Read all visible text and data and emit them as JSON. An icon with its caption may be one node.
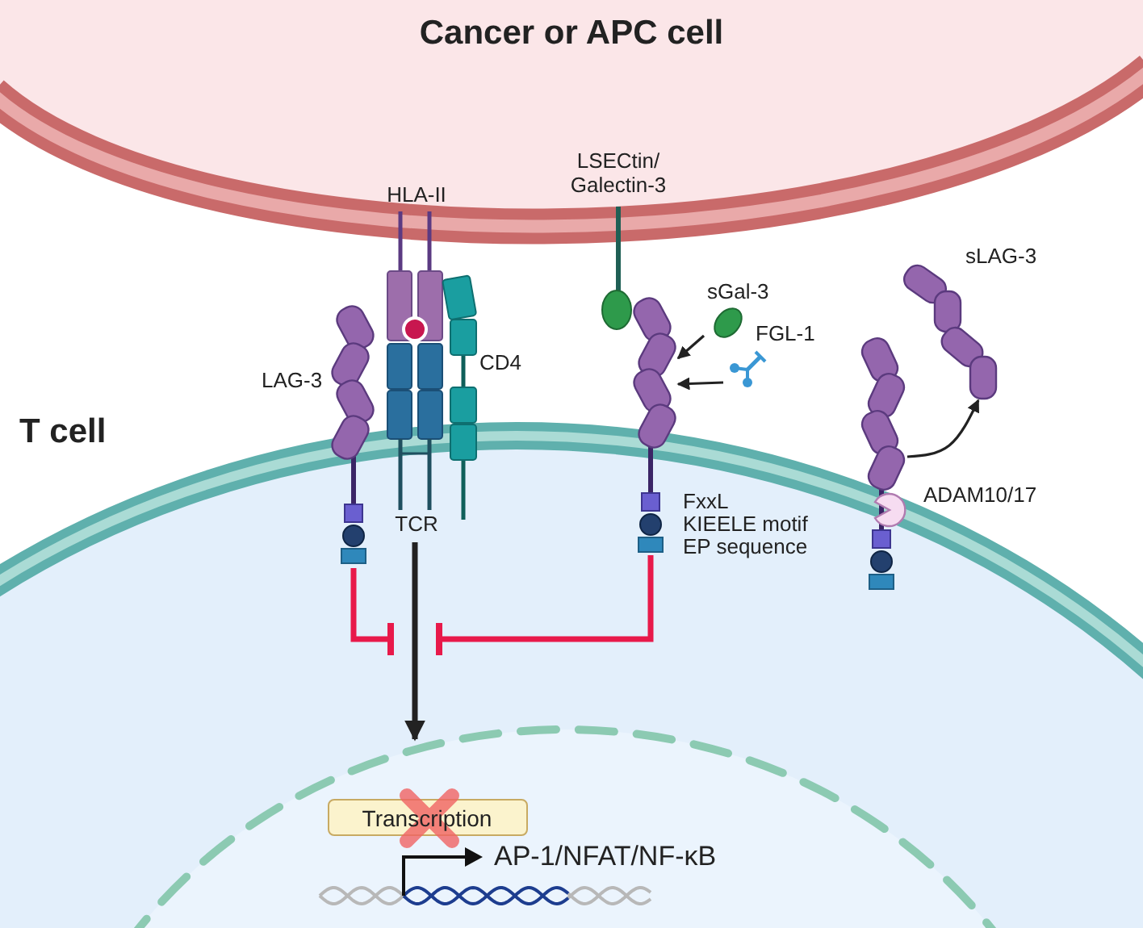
{
  "diagram": {
    "nodes": [
      {
        "text": [
          "Cancer or APC cell"
        ]
      },
      {
        "text": [
          "T cell"
        ]
      },
      {
        "text": [
          "HLA-II"
        ]
      },
      {
        "text": [
          "TCR"
        ]
      },
      {
        "text": [
          "CD4"
        ]
      },
      {
        "text": [
          "LAG-3"
        ]
      },
      {
        "text": [
          "LSECtin/ Galectin-3"
        ]
      },
      {
        "text": [],
        "shape": "picture",
        "beside": [
          "FxxL",
          "KIEELE motif",
          "EP sequence"
        ]
      },
      {
        "text": [
          "sGal-3"
        ]
      },
      {
        "text": [
          "FGL-1"
        ]
      },
      {
        "text": [],
        "shape": "picture",
        "beside": [
          "ADAM10/17"
        ]
      },
      {
        "text": [
          "sLAG-3"
        ]
      },
      {
        "text": [
          "Transcription"
        ],
        "in": 1
      }
    ],
    "edges": [
      {
        "from": 5,
        "to": null,
        "arrow": "other",
        "style": "thick",
        "color": "#e8194a"
      },
      {
        "from": 7,
        "to": null,
        "arrow": "other",
        "style": "thick",
        "color": "#e8194a"
      },
      {
        "from": 3,
        "to": null,
        "arrow": "to",
        "style": "thick"
      },
      {
        "from": 8,
        "to": 7,
        "arrow": "to"
      },
      {
        "from": 9,
        "to": 7,
        "arrow": "to"
      },
      {
        "from": 10,
        "to": 11,
        "arrow": "to"
      }
    ],
    "labels": [
      "AP-1/NFAT/NF-κB"
    ]
  }
}
